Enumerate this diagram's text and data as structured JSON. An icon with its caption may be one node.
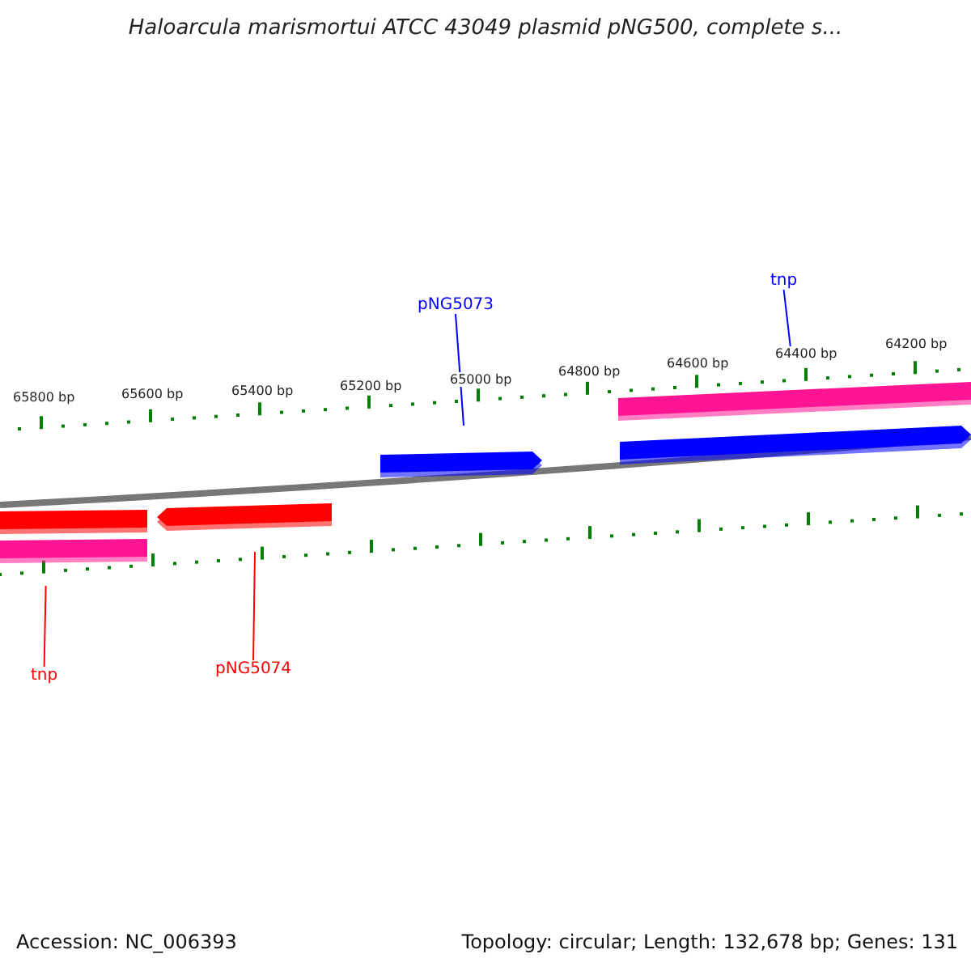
{
  "diagram": {
    "title": "Haloarcula marismortui ATCC 43049 plasmid pNG500, complete s...",
    "nodes": [
      {
        "text": [
          "pNG5073"
        ]
      },
      {
        "text": [
          "tnp"
        ]
      },
      {
        "text": [
          "tnp"
        ]
      },
      {
        "text": [
          "pNG5074"
        ]
      },
      {
        "text": [],
        "shape": "bar"
      },
      {
        "text": [],
        "shape": "bar"
      },
      {
        "text": [],
        "shape": "bar"
      },
      {
        "text": [],
        "shape": "bar"
      },
      {
        "text": [],
        "shape": "bar"
      },
      {
        "text": [],
        "shape": "bar"
      }
    ],
    "edges": [
      {
        "from": 0,
        "to": 4,
        "arrow": "none",
        "color": "#0000ff"
      },
      {
        "from": 1,
        "to": 5,
        "arrow": "none",
        "color": "#0000ff"
      },
      {
        "from": 2,
        "to": 8,
        "arrow": "none",
        "color": "#ff0000"
      },
      {
        "from": 3,
        "to": 9,
        "arrow": "none",
        "color": "#ff0000"
      }
    ],
    "labels": [
      "64200 bp",
      "64400 bp",
      "64600 bp",
      "64800 bp",
      "65000 bp",
      "65200 bp",
      "65400 bp",
      "65600 bp",
      "65800 bp",
      "Accession: NC_006393",
      "Topology: circular; Length: 132,678 bp; Genes: 131"
    ]
  }
}
